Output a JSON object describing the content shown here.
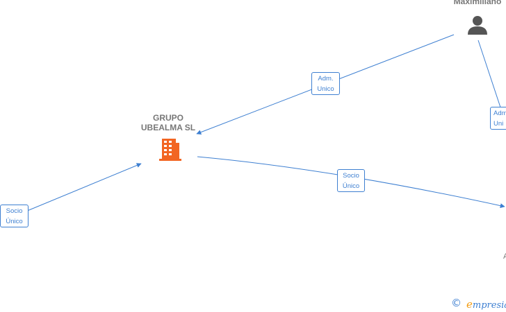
{
  "nodes": {
    "company": {
      "label": "GRUPO\nUBEALMA  SL",
      "icon": "building-icon",
      "color": "#f26522"
    },
    "person_top": {
      "label": "Maximiliano",
      "icon": "person-icon",
      "color": "#555555"
    }
  },
  "edges": {
    "adm_top": {
      "label": "Adm.\nUnico"
    },
    "adm_right": {
      "label": "Adm\nUni"
    },
    "socio_left": {
      "label": "Socio\nÚnico"
    },
    "socio_right": {
      "label": "Socio\nÚnico"
    }
  },
  "partial_text_right": "A",
  "footer": {
    "copyright": "©",
    "brand_initial": "e",
    "brand_rest": "mpresia"
  },
  "colors": {
    "edge": "#3d7fd1",
    "node_text": "#777777"
  }
}
